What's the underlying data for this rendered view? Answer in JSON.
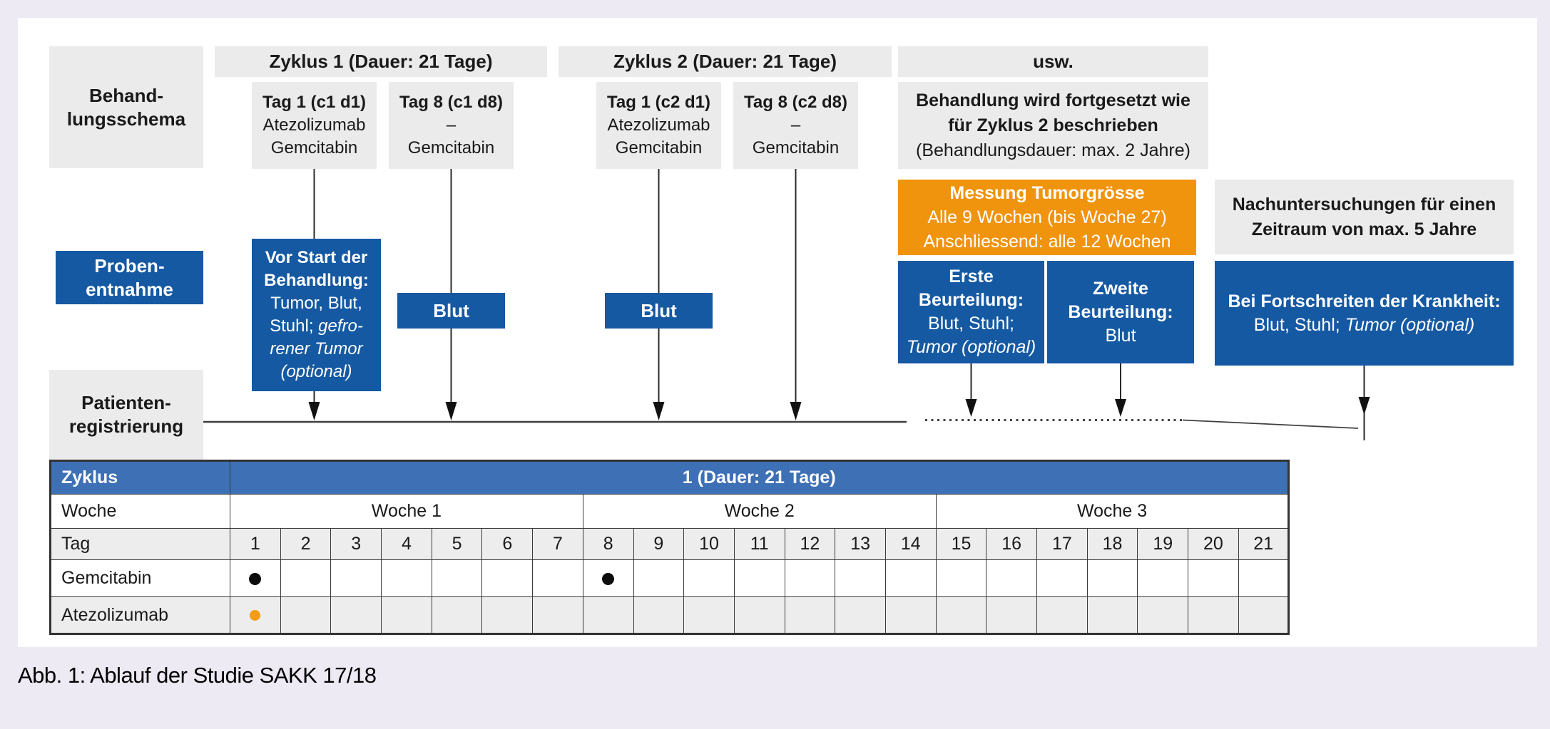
{
  "page": {
    "caption": "Abb. 1: Ablauf der Studie SAKK 17/18"
  },
  "colors": {
    "box_blue": "#1559A3",
    "table_header_blue": "#3D70B5",
    "accent_orange": "#F0930D",
    "box_gray": "#EBEBEC",
    "page_background": "#EDEAF4",
    "gemcitabin_dot": "#0c0c0c",
    "atezolizumab_dot": "#F49C15"
  },
  "diagram": {
    "labels": {
      "behandlungsschema": [
        [
          [
            "b",
            "Behand-"
          ]
        ],
        [
          [
            "b",
            "lungsschema"
          ]
        ]
      ],
      "probenentnahme": [
        [
          [
            "b",
            "Proben-"
          ]
        ],
        [
          [
            "b",
            "entnahme"
          ]
        ]
      ],
      "patientenregistrierung": [
        [
          [
            "b",
            "Patienten-"
          ]
        ],
        [
          [
            "b",
            "registrierung"
          ]
        ]
      ]
    },
    "headers": {
      "zyklus1": "Zyklus 1 (Dauer: 21 Tage)",
      "zyklus2": "Zyklus 2 (Dauer: 21 Tage)",
      "usw": "usw."
    },
    "day_boxes": {
      "c1d1": [
        [
          [
            "b",
            "Tag 1 (c1 d1)"
          ]
        ],
        [
          [
            "n",
            "Atezolizumab"
          ]
        ],
        [
          [
            "n",
            "Gemcitabin"
          ]
        ]
      ],
      "c1d8": [
        [
          [
            "b",
            "Tag 8 (c1 d8)"
          ]
        ],
        [
          [
            "n",
            "–"
          ]
        ],
        [
          [
            "n",
            "Gemcitabin"
          ]
        ]
      ],
      "c2d1": [
        [
          [
            "b",
            "Tag 1 (c2 d1)"
          ]
        ],
        [
          [
            "n",
            "Atezolizumab"
          ]
        ],
        [
          [
            "n",
            "Gemcitabin"
          ]
        ]
      ],
      "c2d8": [
        [
          [
            "b",
            "Tag 8 (c2 d8)"
          ]
        ],
        [
          [
            "n",
            "–"
          ]
        ],
        [
          [
            "n",
            "Gemcitabin"
          ]
        ]
      ]
    },
    "continuation_box": [
      [
        [
          "b",
          "Behandlung wird fortgesetzt wie"
        ]
      ],
      [
        [
          "b",
          "für Zyklus 2 beschrieben"
        ]
      ],
      [
        [
          "n",
          "(Behandlungsdauer: max. 2 Jahre)"
        ]
      ]
    ],
    "tumor_measure_box": [
      [
        [
          "b",
          "Messung Tumorgrösse"
        ]
      ],
      [
        [
          "n",
          "Alle 9 Wochen (bis Woche 27)"
        ]
      ],
      [
        [
          "n",
          "Anschliessend: alle 12 Wochen"
        ]
      ]
    ],
    "followup_box": [
      [
        [
          "b",
          "Nachuntersuchungen für einen"
        ]
      ],
      [
        [
          "b",
          "Zeitraum von max. 5 Jahre"
        ]
      ]
    ],
    "baseline_sample_box": [
      [
        [
          "b",
          "Vor Start der"
        ]
      ],
      [
        [
          "b",
          "Behandlung:"
        ]
      ],
      [
        [
          "n",
          "Tumor, Blut,"
        ]
      ],
      [
        [
          "n",
          "Stuhl; "
        ],
        [
          "i",
          "gefro-"
        ]
      ],
      [
        [
          "i",
          "rener Tumor"
        ]
      ],
      [
        [
          "i",
          "(optional)"
        ]
      ]
    ],
    "blut_box_1": "Blut",
    "blut_box_2": "Blut",
    "first_assessment_box": [
      [
        [
          "b",
          "Erste"
        ]
      ],
      [
        [
          "b",
          "Beurteilung:"
        ]
      ],
      [
        [
          "n",
          "Blut, Stuhl;"
        ]
      ],
      [
        [
          "i",
          "Tumor (optional)"
        ]
      ]
    ],
    "second_assessment_box": [
      [
        [
          "b",
          "Zweite"
        ]
      ],
      [
        [
          "b",
          "Beurteilung:"
        ]
      ],
      [
        [
          "n",
          "Blut"
        ]
      ]
    ],
    "progression_box": [
      [
        [
          "b",
          "Bei Fortschreiten der Krankheit:"
        ]
      ],
      [
        [
          "n",
          "Blut, Stuhl; "
        ],
        [
          "i",
          "Tumor (optional)"
        ]
      ]
    ]
  },
  "table": {
    "cycle_label": "Zyklus",
    "cycle_value": "1 (Dauer: 21 Tage)",
    "week_label": "Woche",
    "weeks": [
      "Woche 1",
      "Woche 2",
      "Woche 3"
    ],
    "day_label": "Tag",
    "days": [
      "1",
      "2",
      "3",
      "4",
      "5",
      "6",
      "7",
      "8",
      "9",
      "10",
      "11",
      "12",
      "13",
      "14",
      "15",
      "16",
      "17",
      "18",
      "19",
      "20",
      "21"
    ],
    "rows": [
      {
        "name": "Gemcitabin",
        "dots": {
          "1": "black",
          "8": "black"
        }
      },
      {
        "name": "Atezolizumab",
        "dots": {
          "1": "orange"
        }
      }
    ]
  }
}
